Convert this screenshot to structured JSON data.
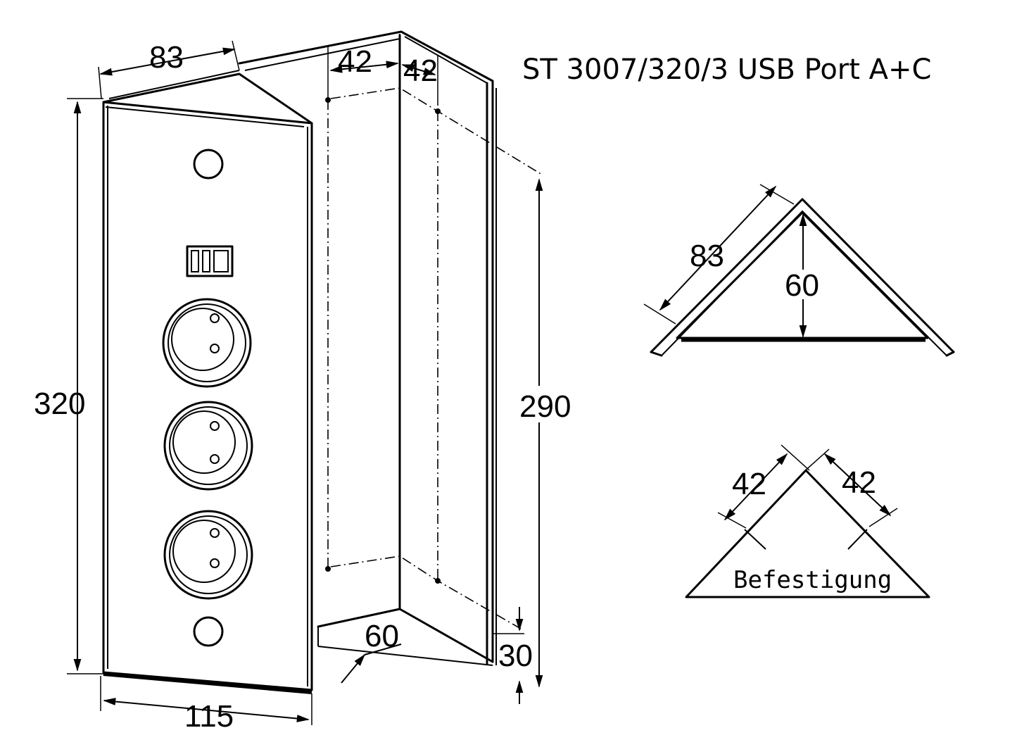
{
  "title": "ST 3007/320/3 USB Port A+C",
  "main_view": {
    "dim_width_top": "83",
    "dim_side_1": "42",
    "dim_side_2": "42",
    "dim_height": "320",
    "dim_mount_spacing": "290",
    "dim_width_bottom": "115",
    "dim_depth": "60",
    "dim_offset": "30",
    "socket_count": 3,
    "usb_port_count": 1,
    "screw_count": 2
  },
  "section_view": {
    "dim_side": "83",
    "dim_depth": "60"
  },
  "mounting_view": {
    "dim_left": "42",
    "dim_right": "42",
    "label": "Befestigung"
  }
}
